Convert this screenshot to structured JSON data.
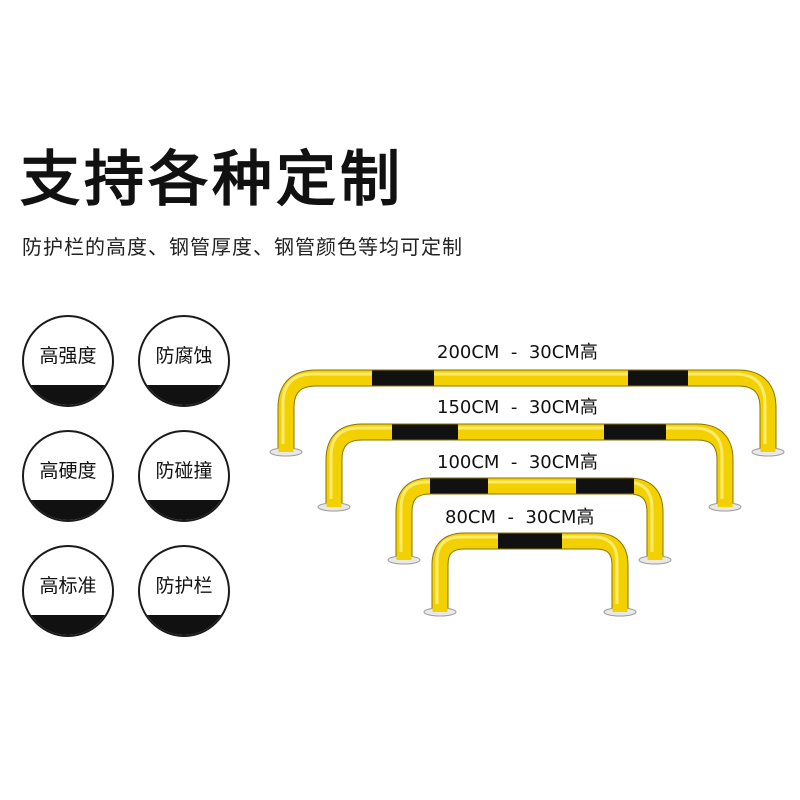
{
  "heading": {
    "title": "支持各种定制",
    "subtitle": "防护栏的高度、钢管厚度、钢管颜色等均可定制"
  },
  "features": [
    {
      "label": "高强度"
    },
    {
      "label": "防腐蚀"
    },
    {
      "label": "高硬度"
    },
    {
      "label": "防碰撞"
    },
    {
      "label": "高标准"
    },
    {
      "label": "防护栏"
    }
  ],
  "sizes": [
    {
      "label": "200CM  -  30CM高"
    },
    {
      "label": "150CM  -  30CM高"
    },
    {
      "label": "100CM  -  30CM高"
    },
    {
      "label": "80CM  -  30CM高"
    }
  ],
  "colors": {
    "rail_yellow": "#f3d100",
    "rail_stripe": "#111111",
    "rail_outline": "#8a7400"
  }
}
